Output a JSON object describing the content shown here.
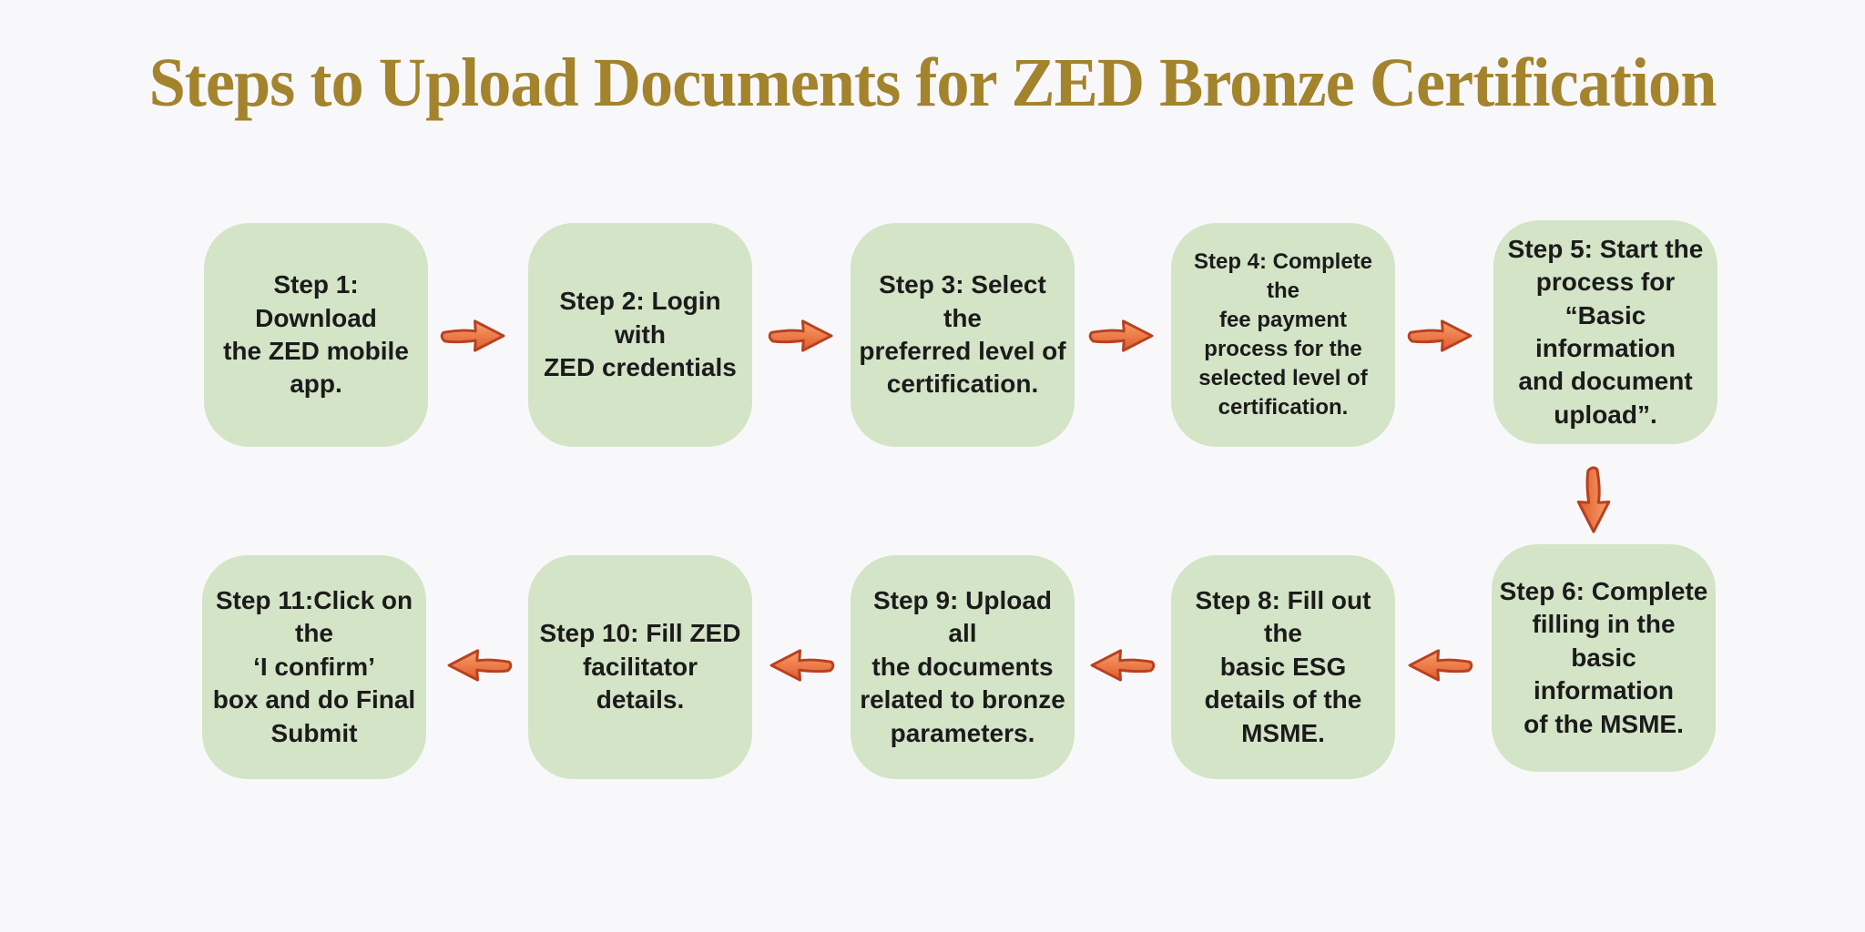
{
  "title": "Steps to Upload Documents for ZED Bronze Certification",
  "colors": {
    "background": "#f8f8fa",
    "title": "#a3832c",
    "box_fill": "#d3e4c7",
    "box_text": "#1b1b1b",
    "arrow_fill_light": "#f8a06a",
    "arrow_fill_dark": "#e05a2b",
    "arrow_outline": "#b84020"
  },
  "steps": [
    {
      "id": "1",
      "text": "Step 1: Download\nthe ZED mobile app."
    },
    {
      "id": "2",
      "text": "Step 2: Login with\nZED credentials"
    },
    {
      "id": "3",
      "text": "Step 3: Select the\npreferred level of\ncertification."
    },
    {
      "id": "4",
      "text": "Step 4: Complete the\nfee payment\nprocess for the\nselected level of\ncertification."
    },
    {
      "id": "5",
      "text": "Step 5: Start the\nprocess for “Basic\ninformation\nand document\nupload”."
    },
    {
      "id": "6",
      "text": "Step 6: Complete\nfilling in the\nbasic information\nof the MSME."
    },
    {
      "id": "8",
      "text": "Step 8: Fill out the\nbasic ESG\ndetails of the\nMSME."
    },
    {
      "id": "9",
      "text": "Step 9: Upload all\nthe documents\nrelated to bronze\nparameters."
    },
    {
      "id": "10",
      "text": "Step 10: Fill ZED\nfacilitator details."
    },
    {
      "id": "11",
      "text": "Step 11:Click on the\n‘I confirm’\nbox and do Final\nSubmit"
    }
  ]
}
